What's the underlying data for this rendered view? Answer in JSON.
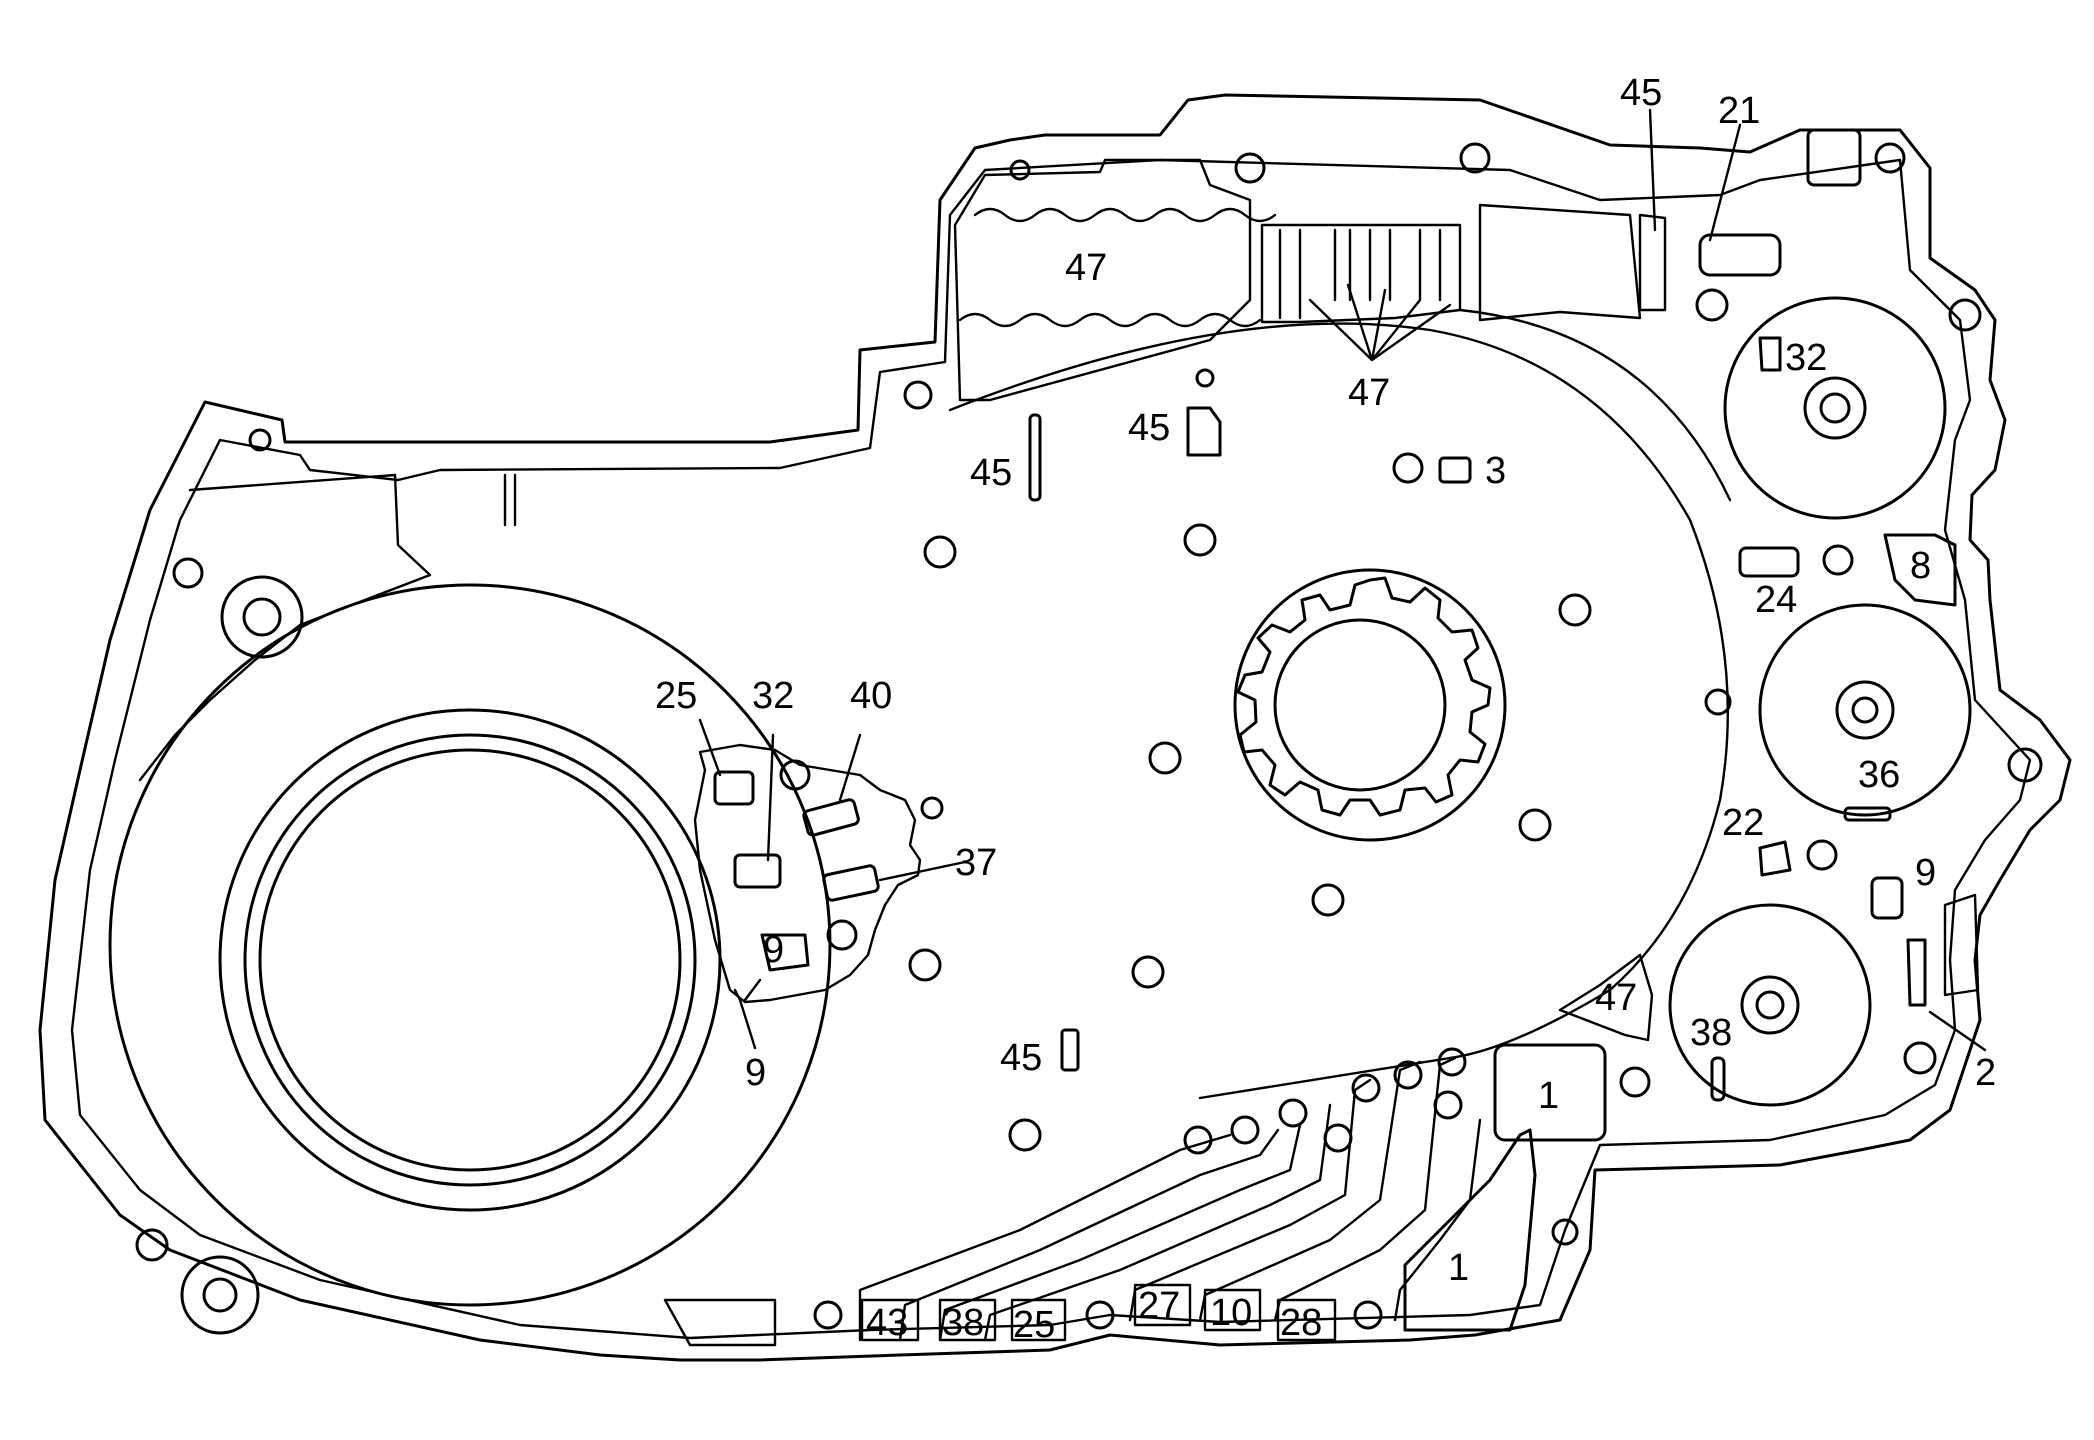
{
  "labels": {
    "l47_top": "47",
    "l45_top": "45",
    "l21": "21",
    "l32_right": "32",
    "l47_center": "47",
    "l45_a": "45",
    "l45_b": "45",
    "l3": "3",
    "l8": "8",
    "l24": "24",
    "l36": "36",
    "l22": "22",
    "l9_right": "9",
    "l25_top": "25",
    "l32_mid": "32",
    "l40": "40",
    "l37": "37",
    "l9_box": "9",
    "l9_below": "9",
    "l47_low": "47",
    "l45_low": "45",
    "l38_right": "38",
    "l2": "2",
    "l1_box": "1",
    "l1_low": "1",
    "l43": "43",
    "l38_bottom": "38",
    "l25_bottom": "25",
    "l27": "27",
    "l10": "10",
    "l28": "28"
  }
}
